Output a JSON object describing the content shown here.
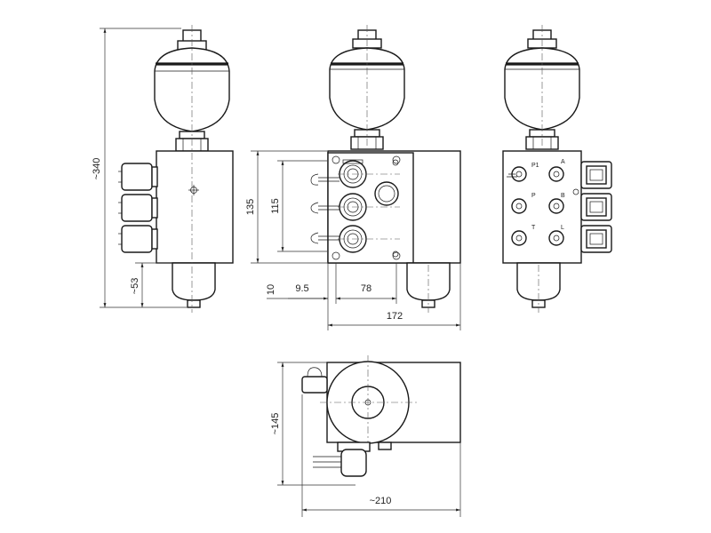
{
  "dimensions": {
    "overall_height": "~340",
    "bottom_height": "~53",
    "block_height": "135",
    "port_span": "115",
    "port_offset_bottom": "10",
    "port_offset_left": "9.5",
    "port_pitch": "78",
    "block_width": "172",
    "top_view_depth": "~145",
    "top_view_width": "~210"
  },
  "port_labels": {
    "p1": "P1",
    "a": "A",
    "p": "P",
    "b": "B",
    "t": "T",
    "l": "L"
  }
}
